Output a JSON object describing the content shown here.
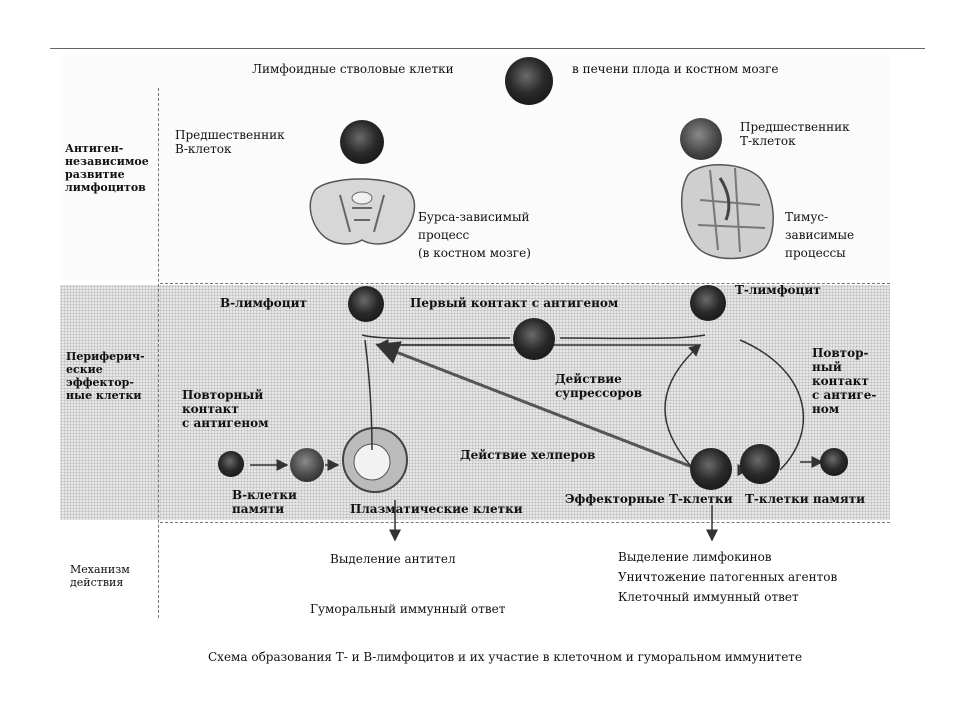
{
  "labels": {
    "stem_cells_left": "Лимфоидные стволовые клетки",
    "stem_cells_right": "в печени плода и костном мозге",
    "b_precursor": [
      "Предшественник",
      "В-клеток"
    ],
    "t_precursor": [
      "Предшественник",
      "Т-клеток"
    ],
    "bursa": [
      "Бурса-зависимый",
      "процесс",
      "(в костном мозге)"
    ],
    "thymus": [
      "Тимус-",
      "зависимые",
      "процессы"
    ],
    "b_lymphocyte": "В-лимфоцит",
    "t_lymphocyte": "Т-лимфоцит",
    "first_contact": "Первый контакт с антигеном",
    "second_contact_left": [
      "Повторный",
      "контакт",
      "с антигеном"
    ],
    "second_contact_right": [
      "Повтор-",
      "ный",
      "контакт",
      "с антиге-",
      "ном"
    ],
    "suppressor": [
      "Действие",
      "супрессоров"
    ],
    "helper": "Действие хелперов",
    "b_memory": [
      "В-клетки",
      "памяти"
    ],
    "plasma_cells": "Плазматические клетки",
    "effector_t": "Эффекторные Т-клетки",
    "t_memory": "Т-клетки памяти",
    "antibody_release": "Выделение антител",
    "right_mech": [
      "Выделение лимфокинов",
      "Уничтожение патогенных агентов",
      "Клеточный иммунный ответ"
    ],
    "humoral": "Гуморальный иммунный ответ",
    "caption": "Схема образования Т- и В-лимфоцитов и их участие в клеточном и гуморальном иммунитете"
  },
  "side_labels": {
    "antigen_independent": [
      "Антиген-",
      "независимое",
      "развитие",
      "лимфоцитов"
    ],
    "peripheral": [
      "Периферич-",
      "еские",
      "эффектор-",
      "ные клетки"
    ],
    "mechanism": [
      "Механизм",
      "действия"
    ]
  }
}
